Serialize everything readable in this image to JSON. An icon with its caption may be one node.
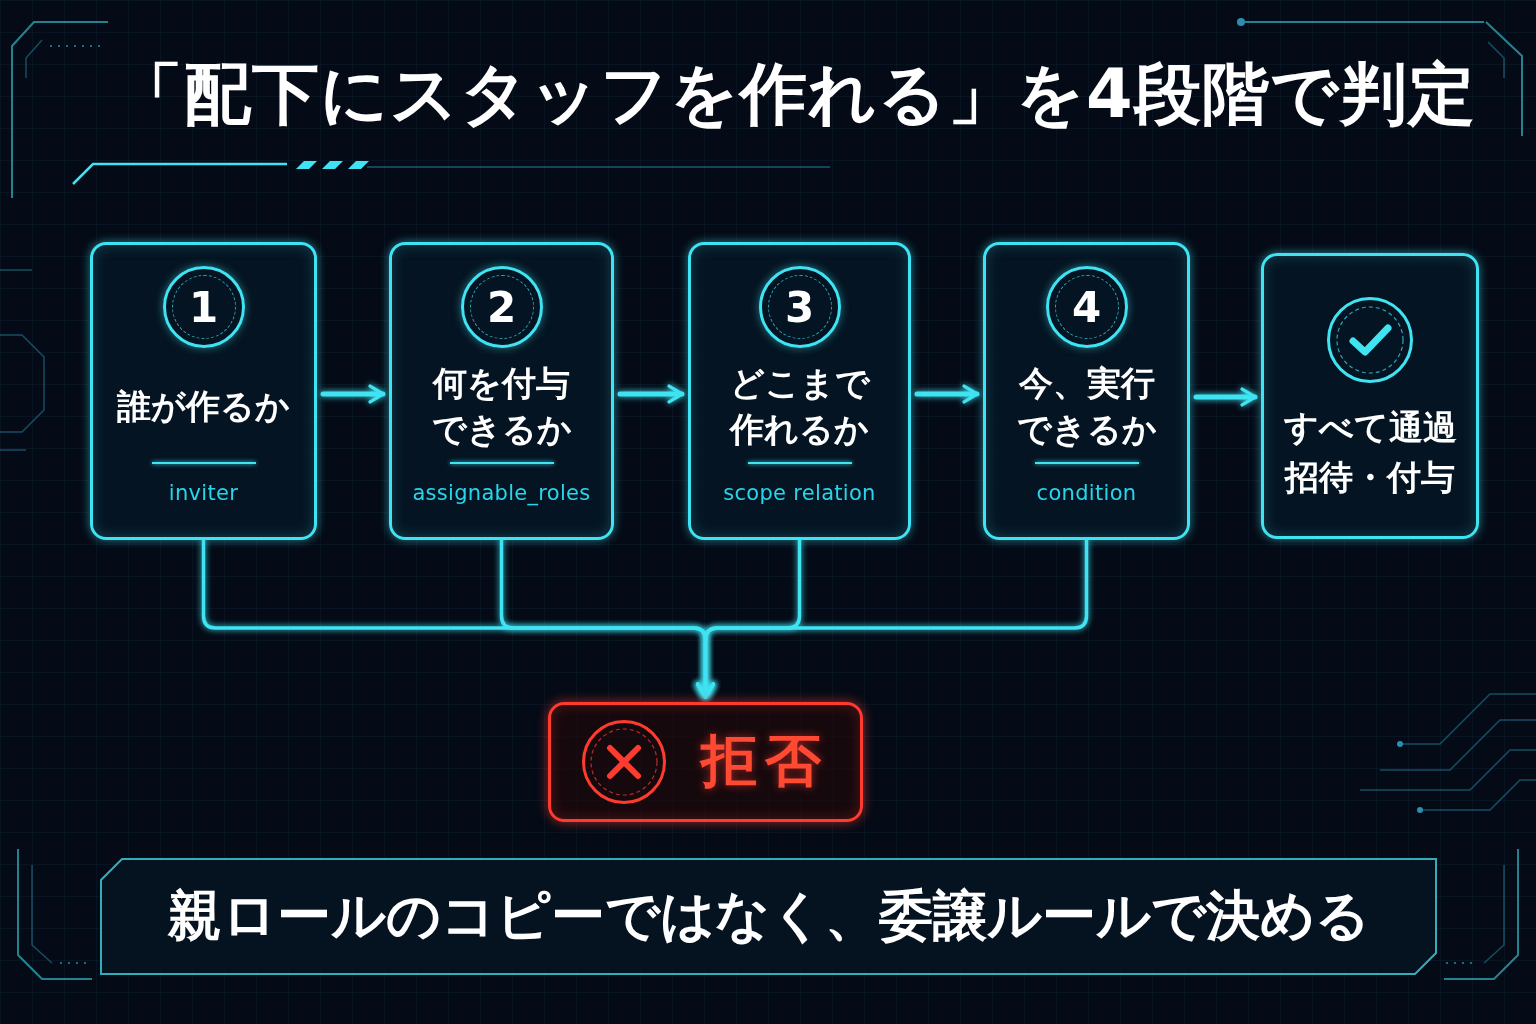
{
  "diagram": {
    "title": "「配下にスタッフを作れる」を4段階で判定",
    "nodes": [
      {
        "text": [
          "1",
          "誰が作るか",
          "inviter"
        ]
      },
      {
        "text": [
          "2",
          "何を付与できるか",
          "assignable_roles"
        ]
      },
      {
        "text": [
          "3",
          "どこまで作れるか",
          "scope relation"
        ]
      },
      {
        "text": [
          "4",
          "今、実行できるか",
          "condition"
        ]
      },
      {
        "text": [
          "すべて通過",
          "招待・付与"
        ]
      },
      {
        "text": [
          "拒否"
        ]
      },
      {
        "text": [
          "親ロールのコピーではなく、委譲ルールで決める"
        ]
      }
    ],
    "edges": [
      {
        "from": 0,
        "to": 1,
        "arrow": "to"
      },
      {
        "from": 1,
        "to": 2,
        "arrow": "to"
      },
      {
        "from": 2,
        "to": 3,
        "arrow": "to"
      },
      {
        "from": 3,
        "to": 4,
        "arrow": "to"
      },
      {
        "from": 0,
        "to": 5,
        "arrow": "to"
      },
      {
        "from": 1,
        "to": 5,
        "arrow": "to"
      },
      {
        "from": 2,
        "to": 5,
        "arrow": "to"
      },
      {
        "from": 3,
        "to": 5,
        "arrow": "to"
      }
    ]
  }
}
